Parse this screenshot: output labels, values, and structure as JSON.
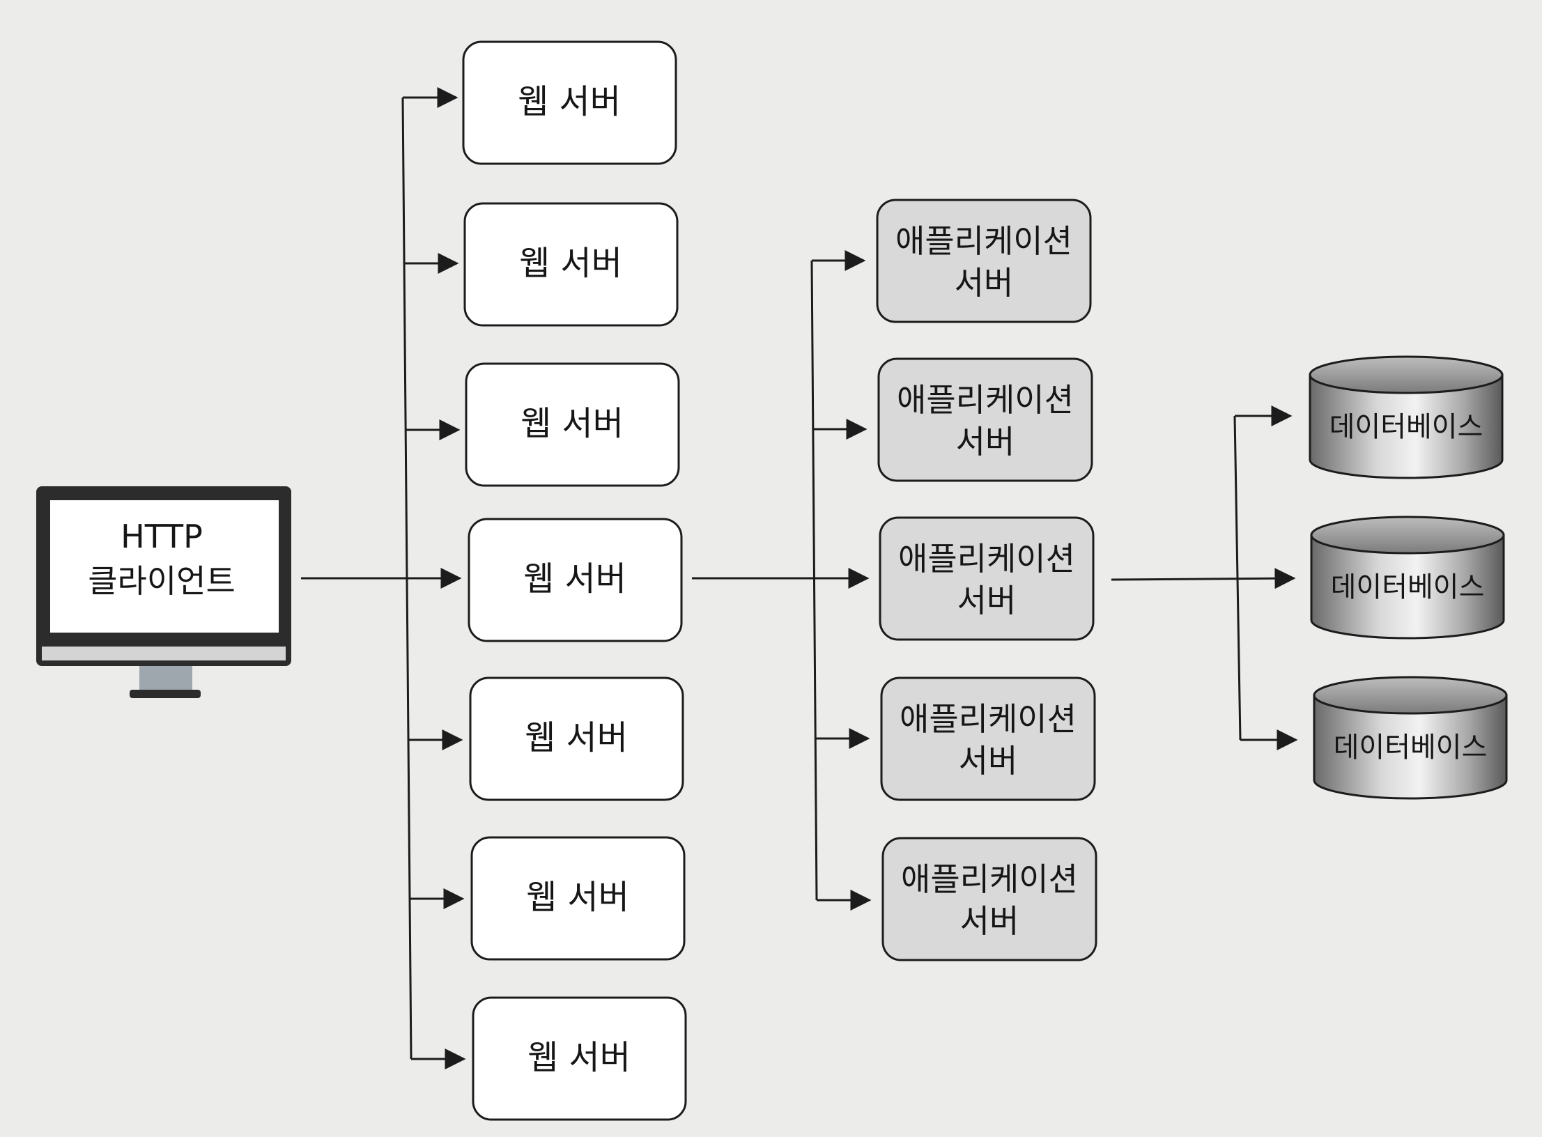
{
  "client": {
    "line1": "HTTP",
    "line2": "클라이언트"
  },
  "web_servers": [
    {
      "label": "웹 서버"
    },
    {
      "label": "웹 서버"
    },
    {
      "label": "웹 서버"
    },
    {
      "label": "웹 서버"
    },
    {
      "label": "웹 서버"
    },
    {
      "label": "웹 서버"
    },
    {
      "label": "웹 서버"
    }
  ],
  "app_servers": [
    {
      "line1": "애플리케이션",
      "line2": "서버"
    },
    {
      "line1": "애플리케이션",
      "line2": "서버"
    },
    {
      "line1": "애플리케이션",
      "line2": "서버"
    },
    {
      "line1": "애플리케이션",
      "line2": "서버"
    },
    {
      "line1": "애플리케이션",
      "line2": "서버"
    }
  ],
  "databases": [
    {
      "label": "데이터베이스"
    },
    {
      "label": "데이터베이스"
    },
    {
      "label": "데이터베이스"
    }
  ],
  "colors": {
    "background": "#ececea",
    "line": "#1c1c1c",
    "web_box": "#ffffff",
    "app_box": "#d9d9d9",
    "monitor_frame": "#2c2c2c"
  }
}
